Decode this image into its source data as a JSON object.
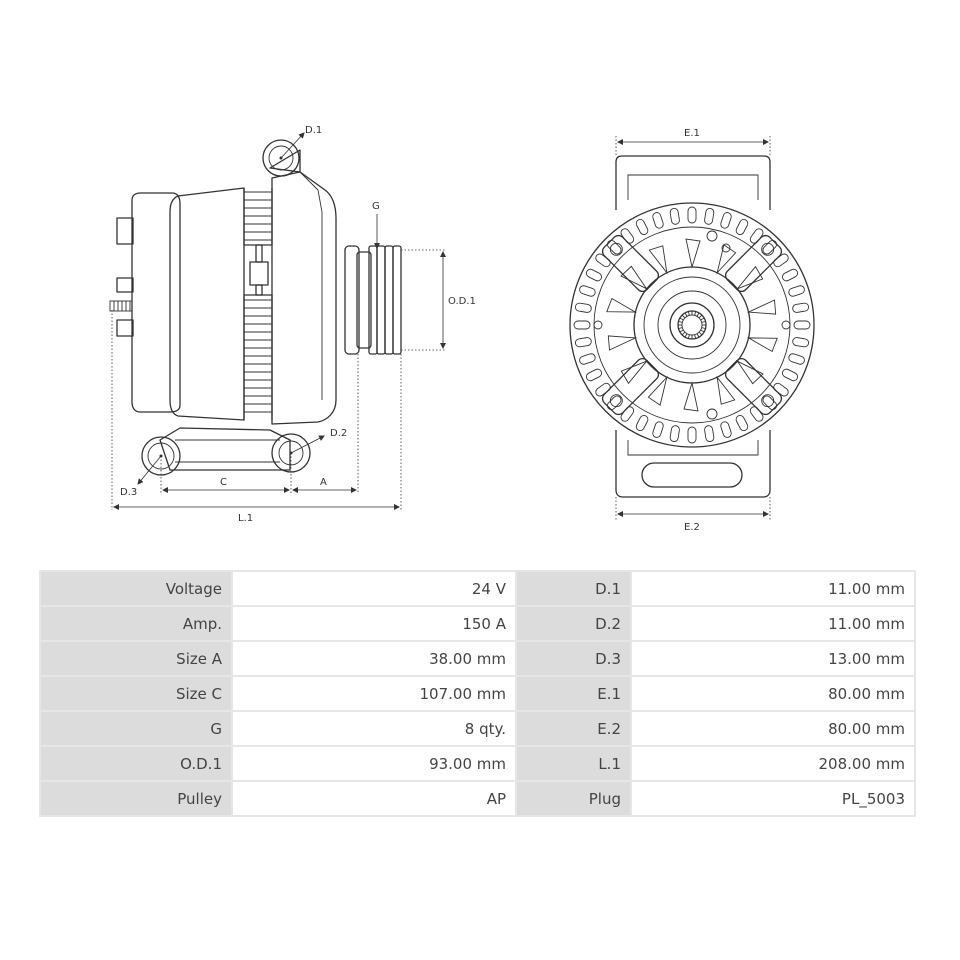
{
  "drawing_labels": {
    "d1": "D.1",
    "d2": "D.2",
    "d3": "D.3",
    "g": "G",
    "od1": "O.D.1",
    "c": "C",
    "a": "A",
    "l1": "L.1",
    "e1": "E.1",
    "e2": "E.2"
  },
  "specs": {
    "rows": [
      {
        "label": "Voltage",
        "value": "24 V",
        "label2": "D.1",
        "value2": "11.00 mm"
      },
      {
        "label": "Amp.",
        "value": "150 A",
        "label2": "D.2",
        "value2": "11.00 mm"
      },
      {
        "label": "Size A",
        "value": "38.00 mm",
        "label2": "D.3",
        "value2": "13.00 mm"
      },
      {
        "label": "Size C",
        "value": "107.00 mm",
        "label2": "E.1",
        "value2": "80.00 mm"
      },
      {
        "label": "G",
        "value": "8 qty.",
        "label2": "E.2",
        "value2": "80.00 mm"
      },
      {
        "label": "O.D.1",
        "value": "93.00 mm",
        "label2": "L.1",
        "value2": "208.00 mm"
      },
      {
        "label": "Pulley",
        "value": "AP",
        "label2": "Plug",
        "value2": "PL_5003"
      }
    ]
  }
}
